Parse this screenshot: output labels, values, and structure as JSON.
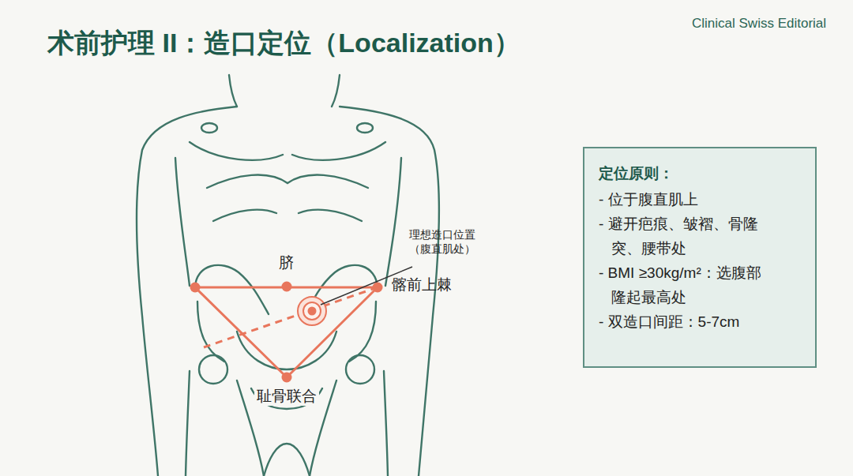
{
  "diagram": {
    "title": "术前护理 II：造口定位（Localization）",
    "nodes": [
      {
        "text": [
          "定位原则：",
          "- 位于腹直肌上",
          "- 避开疤痕、皱褶、骨隆突、腰带处",
          "- BMI ≥30kg/m²：选腹部隆起最高处",
          "- 双造口间距：5-7cm"
        ]
      }
    ],
    "labels": [
      "Clinical Swiss Editorial",
      "理想造口位置（腹直肌处）",
      "脐",
      "髂前上棘",
      "耻骨联合"
    ]
  }
}
